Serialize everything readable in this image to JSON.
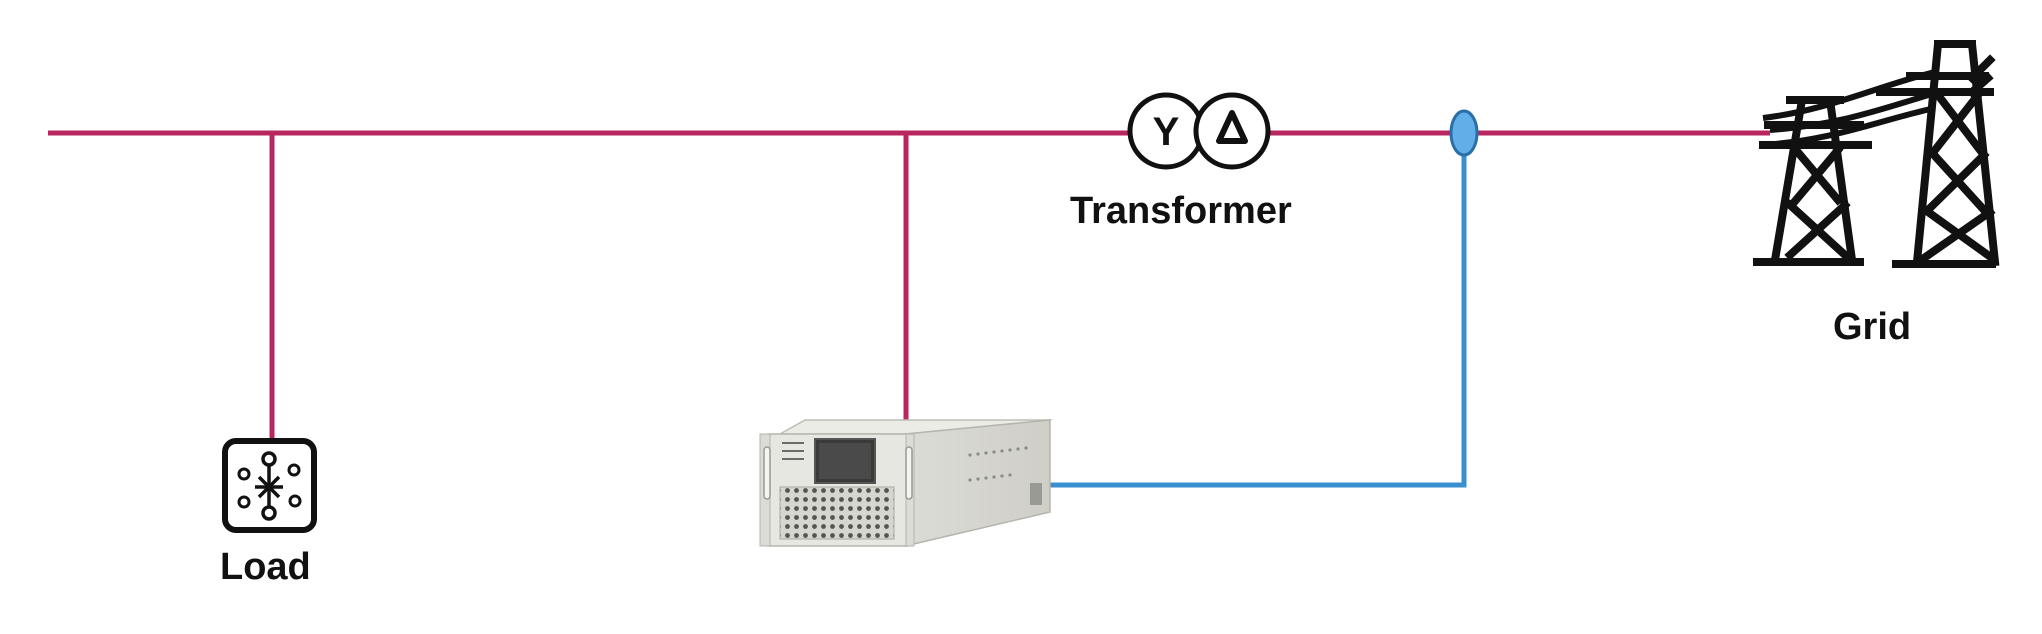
{
  "diagram": {
    "labels": {
      "transformer": "Transformer",
      "grid": "Grid",
      "load": "Load"
    },
    "transformer_symbols": {
      "primary": "Y",
      "secondary": "Δ"
    },
    "colors": {
      "ac_bus": "#b8265f",
      "signal_line": "#3a8fd0",
      "current_sensor": "#62aee8",
      "icon": "#111111",
      "device_body": "#e7e7e2"
    },
    "icons": {
      "load": "load-icon",
      "grid": "transmission-tower-icon",
      "device": "power-quality-device",
      "sensor": "current-transformer-sensor"
    }
  }
}
